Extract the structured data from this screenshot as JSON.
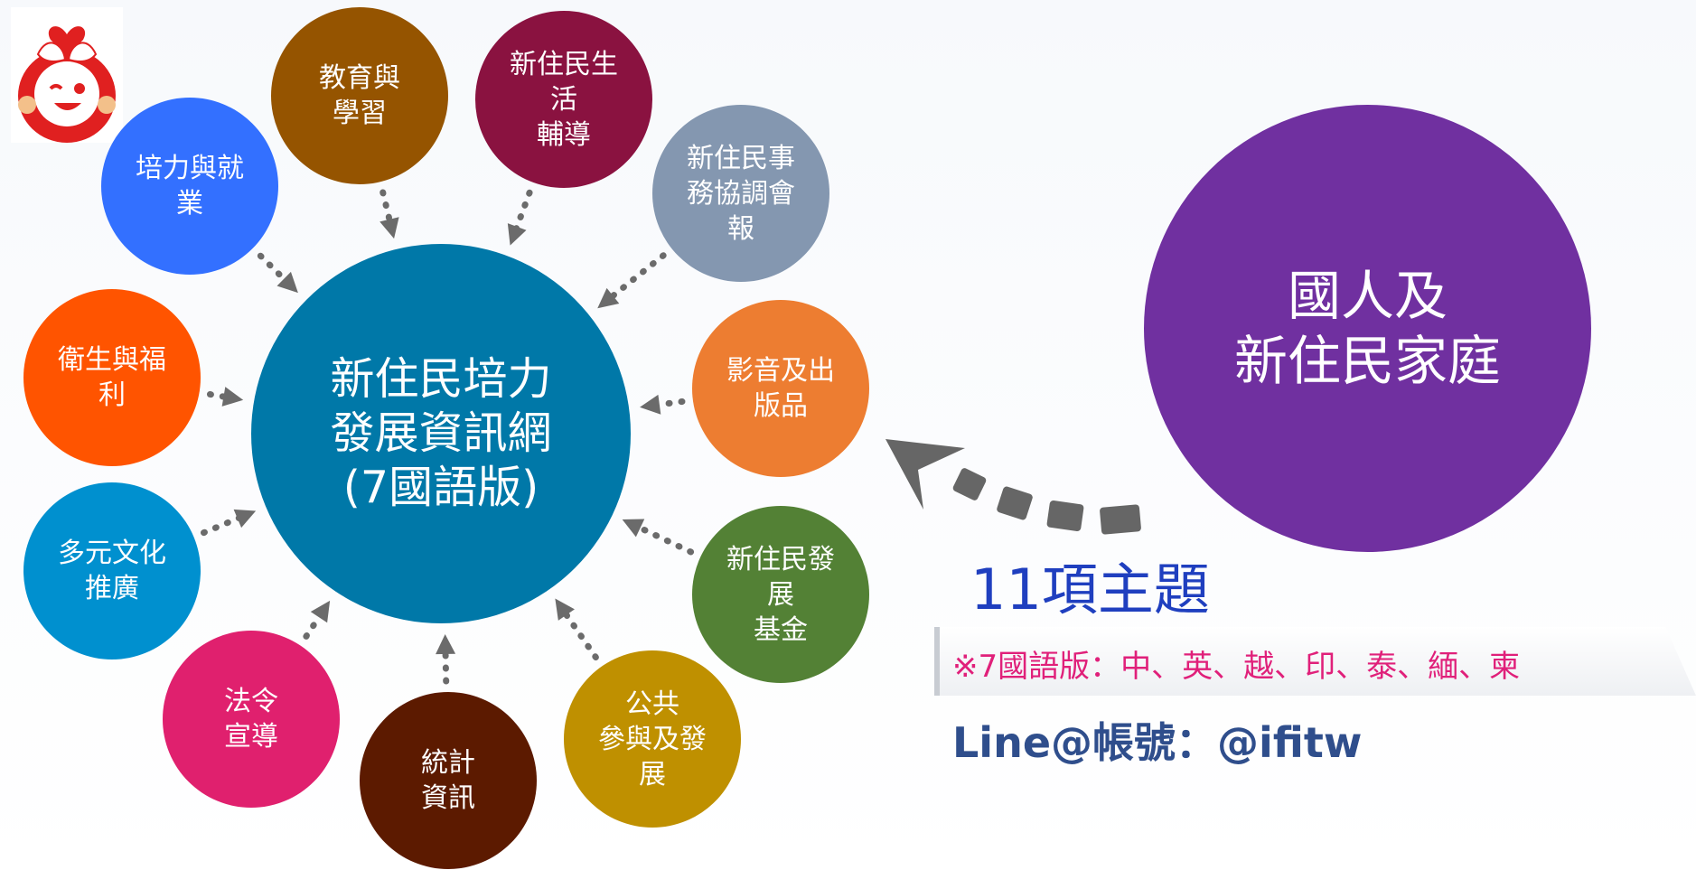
{
  "hub": {
    "label": "新住民培力\n發展資訊網\n(7國語版)",
    "color": "#0078a8"
  },
  "family": {
    "label": "國人及\n新住民家庭",
    "color": "#7030a0"
  },
  "topics": [
    {
      "label": "教育與\n學習",
      "color": "#955400"
    },
    {
      "label": "新住民生\n活\n輔導",
      "color": "#8a1240"
    },
    {
      "label": "新住民事\n務協調會\n報",
      "color": "#8497b0"
    },
    {
      "label": "影音及出\n版品",
      "color": "#ed7d31"
    },
    {
      "label": "新住民發\n展\n基金",
      "color": "#538135"
    },
    {
      "label": "公共\n參與及發\n展",
      "color": "#bf9000"
    },
    {
      "label": "統計\n資訊",
      "color": "#5c1a00"
    },
    {
      "label": "法令\n宣導",
      "color": "#e0206e"
    },
    {
      "label": "多元文化\n推廣",
      "color": "#0090cf"
    },
    {
      "label": "衛生與福\n利",
      "color": "#ff5400"
    },
    {
      "label": "培力與就\n業",
      "color": "#3370ff"
    }
  ],
  "topics_count_title": "11項主題",
  "languages_note": "※7國語版：中、英、越、印、泰、緬、柬",
  "line_account": "Line@帳號：@ifitw",
  "logo": {
    "name": "mascot-logo",
    "colors": {
      "face": "#ffffff",
      "body": "#e02020",
      "heart": "#e02020",
      "leaf": "#ffffff"
    }
  }
}
